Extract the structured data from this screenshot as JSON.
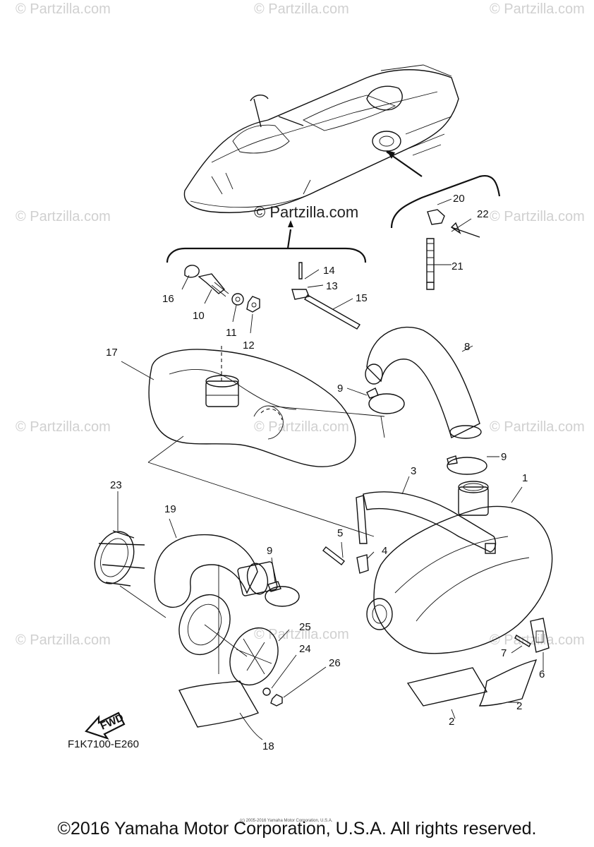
{
  "watermarks": [
    "© Partzilla.com"
  ],
  "banner_watermark": "© Partzilla.com",
  "callouts": [
    "1",
    "2",
    "2",
    "3",
    "4",
    "5",
    "6",
    "7",
    "8",
    "9",
    "9",
    "9",
    "10",
    "11",
    "12",
    "13",
    "14",
    "15",
    "16",
    "17",
    "18",
    "19",
    "20",
    "21",
    "22",
    "23",
    "24",
    "25",
    "26"
  ],
  "direction_marker": "FWD",
  "diagram_code": "F1K7100-E260",
  "footer": {
    "copyright": "©2016 Yamaha Motor Corporation, U.S.A. All rights reserved.",
    "small_copyright": "(c) 2005-2016 Yamaha Motor Corporation, U.S.A."
  }
}
